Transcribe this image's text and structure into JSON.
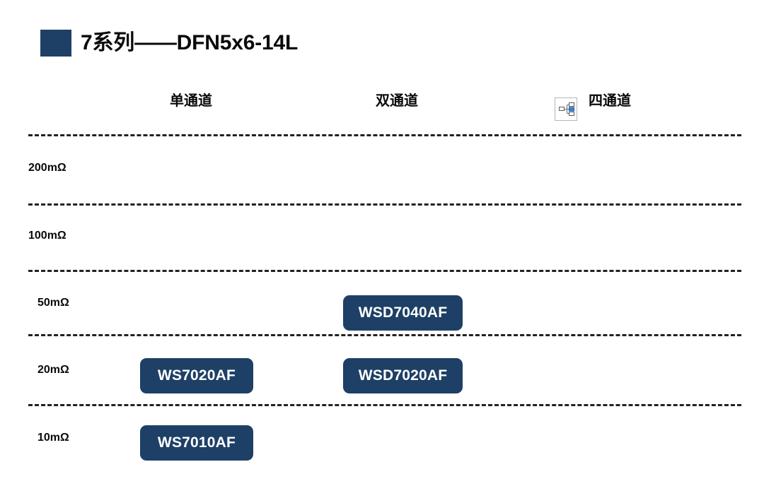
{
  "title": {
    "text": "7系列——DFN5x6-14L",
    "bullet_color": "#1e4066"
  },
  "columns": [
    {
      "id": "single",
      "label": "单通道"
    },
    {
      "id": "dual",
      "label": "双通道"
    },
    {
      "id": "quad",
      "label": "四通道",
      "icon": "hierarchy-chart-icon"
    }
  ],
  "rows": [
    {
      "id": "r200",
      "label": "200mΩ"
    },
    {
      "id": "r100",
      "label": "100mΩ"
    },
    {
      "id": "r50",
      "label": "50mΩ"
    },
    {
      "id": "r20",
      "label": "20mΩ"
    },
    {
      "id": "r10",
      "label": "10mΩ"
    }
  ],
  "parts": [
    {
      "name": "WSD7040AF",
      "row": "r50",
      "column": "dual"
    },
    {
      "name": "WS7020AF",
      "row": "r20",
      "column": "single"
    },
    {
      "name": "WSD7020AF",
      "row": "r20",
      "column": "dual"
    },
    {
      "name": "WS7010AF",
      "row": "r10",
      "column": "single"
    }
  ],
  "colors": {
    "accent": "#1e4066",
    "badge_text": "#ffffff",
    "separator": "#222222",
    "background": "#ffffff"
  }
}
